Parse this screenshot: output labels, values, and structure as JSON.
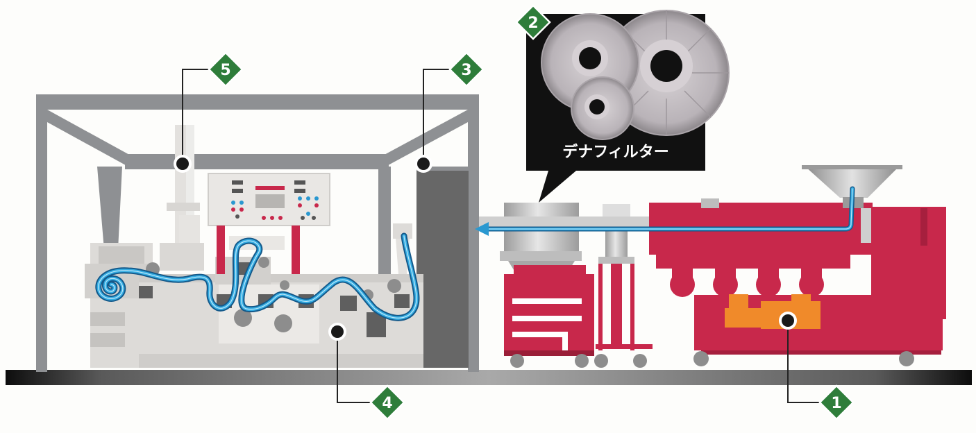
{
  "filter_caption": "デナフィルター",
  "callouts": [
    {
      "number": "1",
      "target": "extruder-gearbox"
    },
    {
      "number": "2",
      "target": "dena-filter"
    },
    {
      "number": "3",
      "target": "spinneret-column"
    },
    {
      "number": "4",
      "target": "drawing-machine"
    },
    {
      "number": "5",
      "target": "winder-tower"
    }
  ],
  "colors": {
    "badge": "#2e7d3a",
    "extruder": "#c8284b",
    "frame": "#8e9093",
    "machine": "#dddbd8",
    "flow_line": "#2a98d0",
    "gearbox": "#f08a2a",
    "filter_popup": "#111111"
  }
}
